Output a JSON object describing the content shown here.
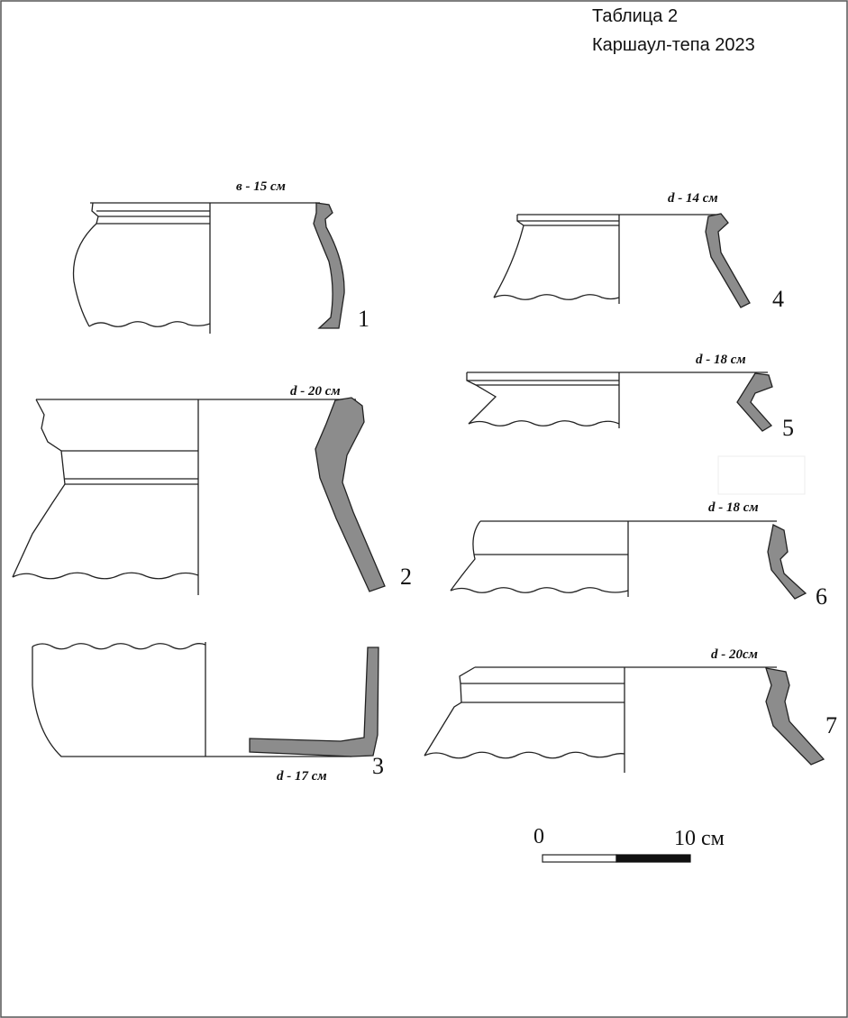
{
  "header": {
    "line1": "Таблица 2",
    "line2": "Каршаул-тепа 2023"
  },
  "vessels": [
    {
      "number": "1",
      "dimension": "в - 15 см"
    },
    {
      "number": "2",
      "dimension": "d - 20 см"
    },
    {
      "number": "3",
      "dimension": "d - 17 см"
    },
    {
      "number": "4",
      "dimension": "d - 14 см"
    },
    {
      "number": "5",
      "dimension": "d - 18 см"
    },
    {
      "number": "6",
      "dimension": "d - 18 см"
    },
    {
      "number": "7",
      "dimension": "d - 20см"
    }
  ],
  "scale_bar": {
    "start_label": "0",
    "end_label": "10 см"
  },
  "colors": {
    "section_fill": "#8c8c8c",
    "line": "#222222",
    "background": "#ffffff"
  }
}
